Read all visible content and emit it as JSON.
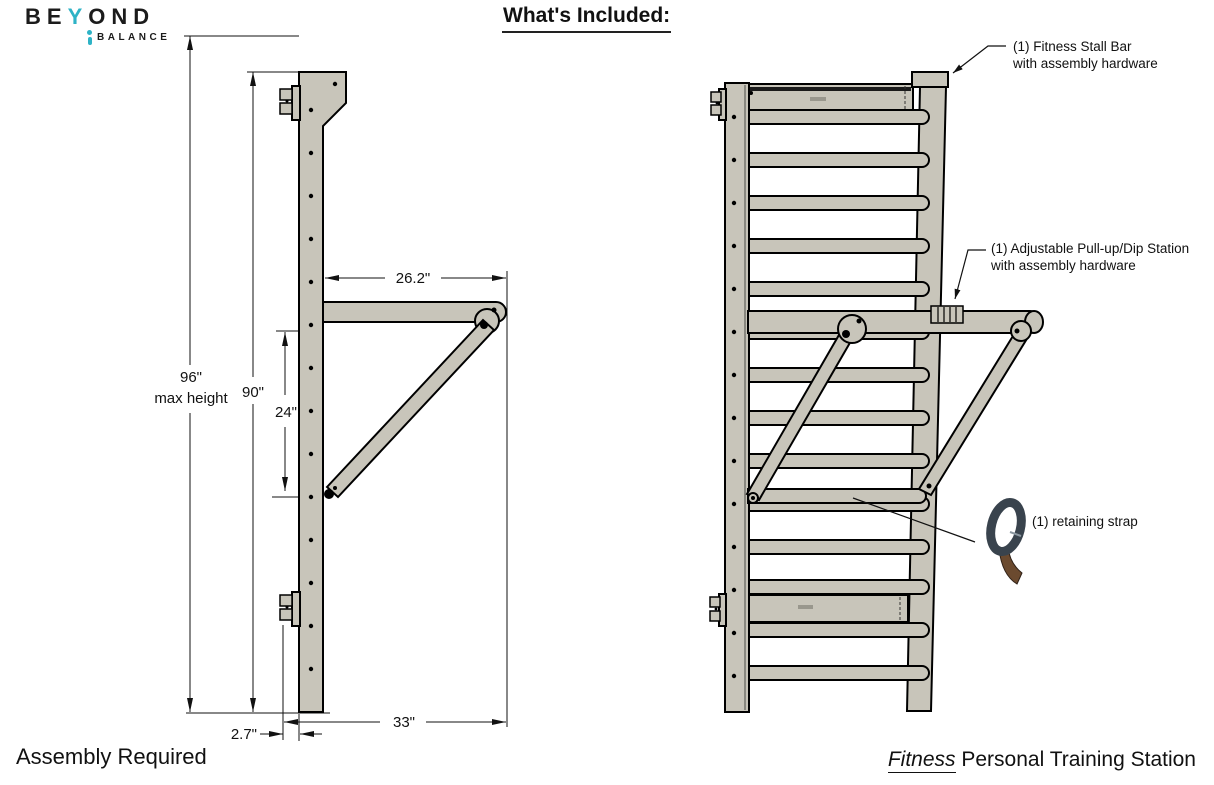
{
  "brand": {
    "name_pre": "BE",
    "name_accent": "Y",
    "name_post": "OND",
    "subname": "BALANCE"
  },
  "title": "What's Included:",
  "side_view": {
    "dim_96": "96\"",
    "dim_96_label": "max height",
    "dim_90": "90\"",
    "dim_24": "24\"",
    "dim_26_2": "26.2\"",
    "dim_33": "33\"",
    "dim_2_7": "2.7\""
  },
  "front_view": {
    "ann_stall_bar_1": "(1) Fitness Stall Bar",
    "ann_stall_bar_2": "with assembly hardware",
    "ann_dip_1": "(1) Adjustable Pull-up/Dip Station",
    "ann_dip_2": "with assembly hardware",
    "ann_strap": "(1) retaining strap"
  },
  "footer": {
    "assembly": "Assembly Required",
    "product_italic": "Fitness",
    "product_rest": " Personal Training Station"
  },
  "colors": {
    "wood": "#c8c5ba",
    "outline": "#000000",
    "dimension_line": "#111111",
    "accent_teal": "#2eb3c6",
    "strap_dark": "#39434d",
    "strap_tail": "#6b4a2f"
  }
}
